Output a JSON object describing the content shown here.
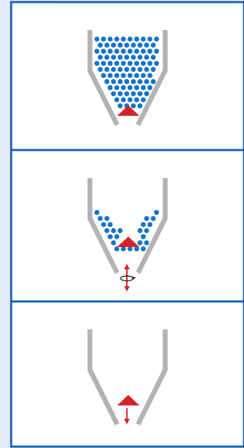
{
  "diagram": {
    "panels": [
      {
        "state": "full",
        "particles": "filled",
        "cone": "closed",
        "arrow": "none"
      },
      {
        "state": "discharging",
        "particles": "partial",
        "cone": "raised",
        "arrow": "up-down-rotate"
      },
      {
        "state": "empty",
        "particles": "none",
        "cone": "lowered",
        "arrow": "down"
      }
    ],
    "colors": {
      "frame": "#1160b6",
      "panel": "#ffffff",
      "wall": "#b3b3b3",
      "particle": "#1574c9",
      "cone": "#d5232b",
      "arrow": "#d5232b"
    }
  }
}
